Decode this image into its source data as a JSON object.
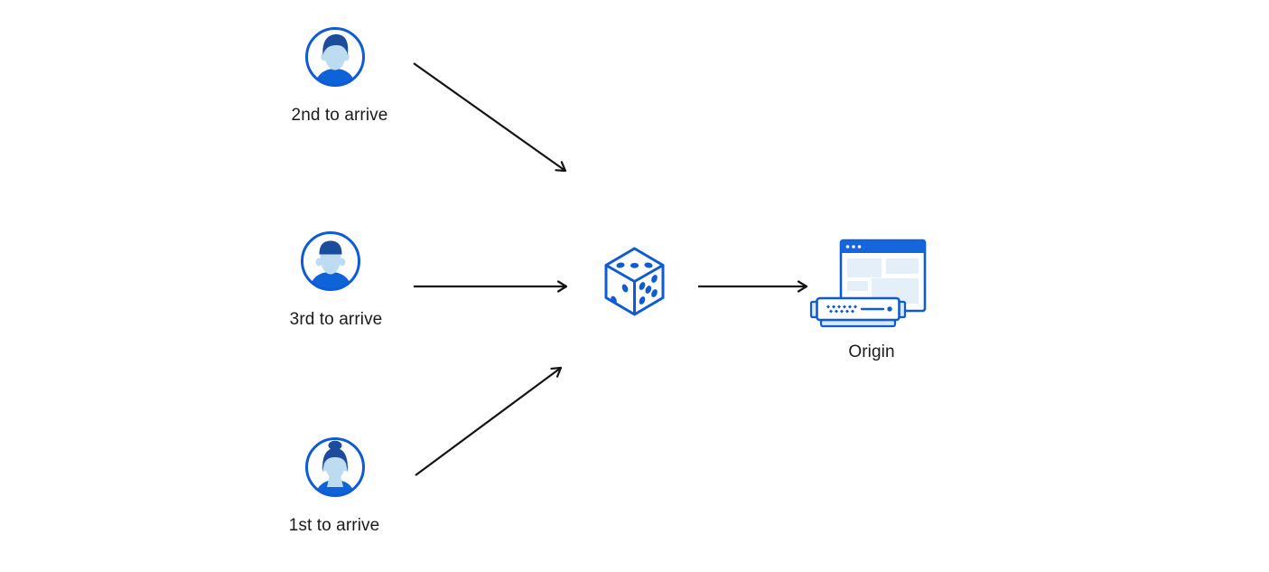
{
  "diagram": {
    "nodes": {
      "visitor_2nd": {
        "label": "2nd to arrive",
        "icon": "male-user-avatar"
      },
      "visitor_3rd": {
        "label": "3rd to arrive",
        "icon": "male-user-avatar"
      },
      "visitor_1st": {
        "label": "1st to arrive",
        "icon": "female-user-avatar"
      },
      "dice": {
        "icon": "dice",
        "pips": {
          "top_face": 3,
          "left_face": 2,
          "right_face": 5
        }
      },
      "origin": {
        "label": "Origin",
        "icon": "origin-server-with-browser-window"
      }
    },
    "edges": [
      {
        "from": "visitor_2nd",
        "to": "dice"
      },
      {
        "from": "visitor_3rd",
        "to": "dice"
      },
      {
        "from": "visitor_1st",
        "to": "dice"
      },
      {
        "from": "dice",
        "to": "origin"
      }
    ],
    "colors": {
      "accent_blue": "#0d5bd6",
      "title_bar_blue": "#1565dd",
      "shirt_blue": "#0f63d8",
      "hair_navy": "#1c4c9c",
      "skin_light_blue": "#bddcf2",
      "pale_blue_fill": "#e5effa",
      "server_trim_blue": "#d9e9f8",
      "arrow_black": "#141414",
      "label_text": "#1b1b1d",
      "background": "#ffffff"
    }
  }
}
